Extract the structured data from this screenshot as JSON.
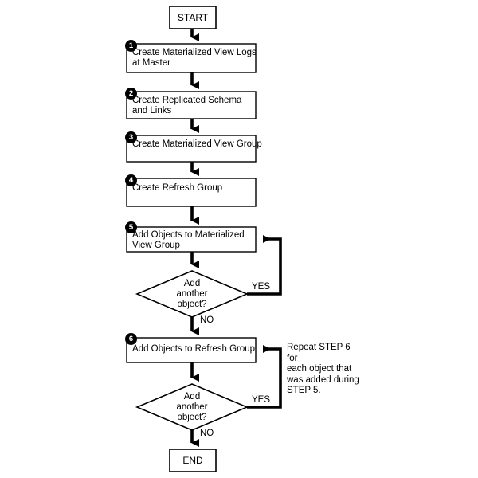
{
  "diagram": {
    "title": "Materialized View Replication Setup Flowchart",
    "colors": {
      "stroke": "#000000",
      "fill": "#ffffff",
      "badge": "#000000",
      "badge_text": "#ffffff"
    },
    "start": {
      "label": "START"
    },
    "end": {
      "label": "END"
    },
    "steps": [
      {
        "number": "1",
        "label": "Create Materialized View Logs\nat Master"
      },
      {
        "number": "2",
        "label": "Create Replicated Schema\nand Links"
      },
      {
        "number": "3",
        "label": "Create Materialized View Group"
      },
      {
        "number": "4",
        "label": "Create Refresh Group"
      },
      {
        "number": "5",
        "label": "Add Objects to Materialized\nView Group"
      },
      {
        "number": "6",
        "label": "Add Objects to Refresh Group"
      }
    ],
    "decisions": [
      {
        "label": "Add\nanother\nobject?",
        "yes_label": "YES",
        "no_label": "NO"
      },
      {
        "label": "Add\nanother\nobject?",
        "yes_label": "YES",
        "no_label": "NO"
      }
    ],
    "note": "Repeat STEP 6 for\neach object that\nwas added during\nSTEP 5."
  }
}
